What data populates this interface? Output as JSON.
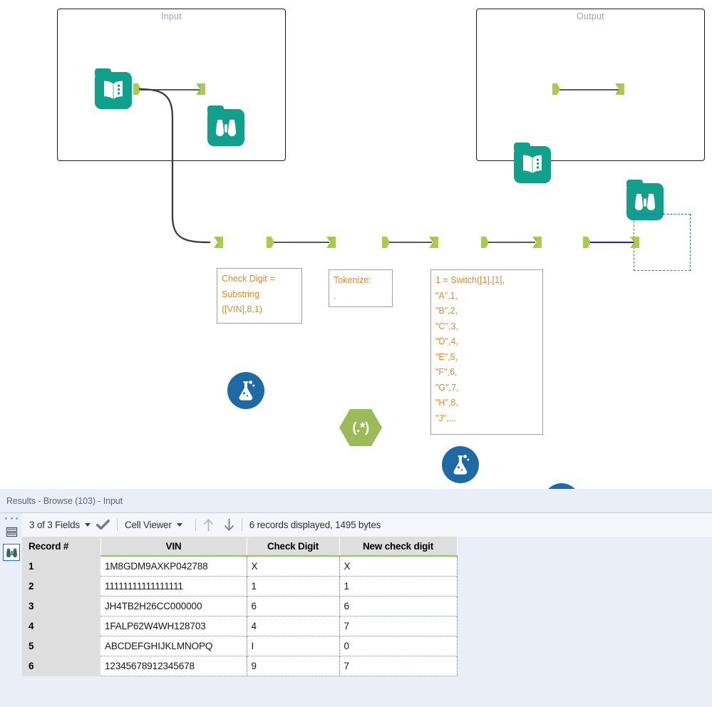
{
  "canvas": {
    "containers": [
      {
        "label": "Input"
      },
      {
        "label": "Output"
      }
    ],
    "tools": [
      {
        "name": "text-input-tool",
        "icon": "book-icon",
        "shape": "square",
        "color": "#10a08b"
      },
      {
        "name": "browse-tool-input",
        "icon": "binoculars-icon",
        "shape": "square",
        "color": "#10a08b"
      },
      {
        "name": "text-input-tool-output",
        "icon": "book-icon",
        "shape": "square",
        "color": "#10a08b"
      },
      {
        "name": "browse-tool-output",
        "icon": "binoculars-icon",
        "shape": "square",
        "color": "#10a08b"
      },
      {
        "name": "formula-tool-1",
        "icon": "flask-icon",
        "shape": "circle",
        "color": "#1d6aa5"
      },
      {
        "name": "regex-tool",
        "icon": "regex-icon",
        "shape": "hexagon",
        "color": "#9bbb59",
        "glyph": "(.*)"
      },
      {
        "name": "formula-tool-2",
        "icon": "flask-icon",
        "shape": "circle",
        "color": "#1d6aa5"
      },
      {
        "name": "summarize-tool",
        "icon": "check-dots-icon",
        "shape": "circle",
        "color": "#1d6aa5"
      },
      {
        "name": "browse-tool-selected",
        "icon": "binoculars-icon",
        "shape": "square",
        "color": "#10a08b"
      }
    ],
    "annotations": [
      {
        "name": "annotation-formula-1",
        "text": "Check Digit =\nSubstring\n([VIN],8,1)"
      },
      {
        "name": "annotation-regex",
        "text": "Tokenize:\n."
      },
      {
        "name": "annotation-formula-2",
        "text": "1 = Switch([1],[1],\n\"A\",1,\n\"B\",2,\n\"C\",3,\n\"D\",4,\n\"E\",5,\n\"F\",6,\n\"G\",7,\n\"H\",8,\n\"J\",..."
      }
    ]
  },
  "results": {
    "title": "Results - Browse (103) - Input",
    "toolbar": {
      "fields_label": "3 of 3 Fields",
      "check_icon": "checkmark-icon",
      "view_label": "Cell Viewer",
      "up_icon": "arrow-up-icon",
      "down_icon": "arrow-down-icon",
      "status": "6 records displayed, 1495 bytes"
    },
    "rail": {
      "dots_icon": "more-dots-icon",
      "table_icon": "table-icon",
      "browse_icon": "binoculars-icon"
    },
    "table": {
      "columns": [
        "Record #",
        "VIN",
        "Check Digit",
        "New check digit"
      ],
      "rows": [
        {
          "record": "1",
          "vin": "1M8GDM9AXKP042788",
          "check_digit": "X",
          "new_check_digit": "X"
        },
        {
          "record": "2",
          "vin": "11111111111111111",
          "check_digit": "1",
          "new_check_digit": "1"
        },
        {
          "record": "3",
          "vin": "JH4TB2H26CC000000",
          "check_digit": "6",
          "new_check_digit": "6"
        },
        {
          "record": "4",
          "vin": "1FALP62W4WH128703",
          "check_digit": "4",
          "new_check_digit": "7"
        },
        {
          "record": "5",
          "vin": "ABCDEFGHIJKLMNOPQ",
          "check_digit": "I",
          "new_check_digit": "0"
        },
        {
          "record": "6",
          "vin": "12345678912345678",
          "check_digit": "9",
          "new_check_digit": "7"
        }
      ]
    }
  },
  "colors": {
    "teal": "#10a08b",
    "blue": "#1d6aa5",
    "green": "#9bbb59",
    "nub": "#a9cc4a",
    "annotation_text": "#e08a2e",
    "selection": "#1f6fe0",
    "header_underline": "#8fd14f"
  }
}
